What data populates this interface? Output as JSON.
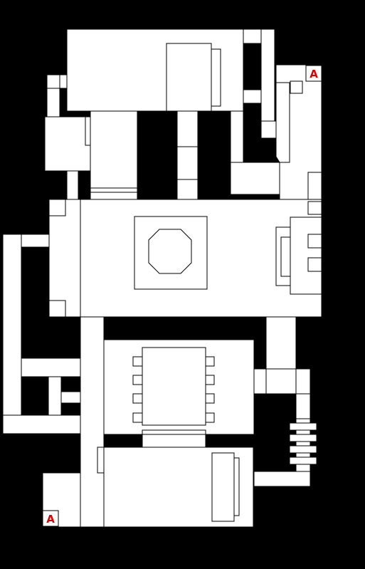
{
  "map": {
    "background_color": "#000000",
    "room_color": "#ffffff",
    "markers": [
      {
        "id": "marker-top-right",
        "label": "A",
        "color": "#e00000"
      },
      {
        "id": "marker-bottom-left",
        "label": "A",
        "color": "#e00000"
      }
    ]
  }
}
